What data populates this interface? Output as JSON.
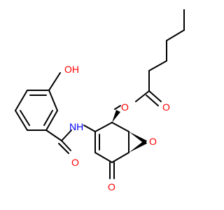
{
  "structure": {
    "colors": {
      "bond": "#000000",
      "oxygen": "#ff0000",
      "nitrogen": "#0000ff"
    },
    "labels": {
      "hydroxyl": "OH",
      "amide_nitrogen": "NH",
      "amide_oxygen": "O",
      "ester_oxygen": "O",
      "carbonyl_oxygen_ester": "O",
      "epoxide_oxygen": "O",
      "ketone_oxygen": "O"
    }
  }
}
